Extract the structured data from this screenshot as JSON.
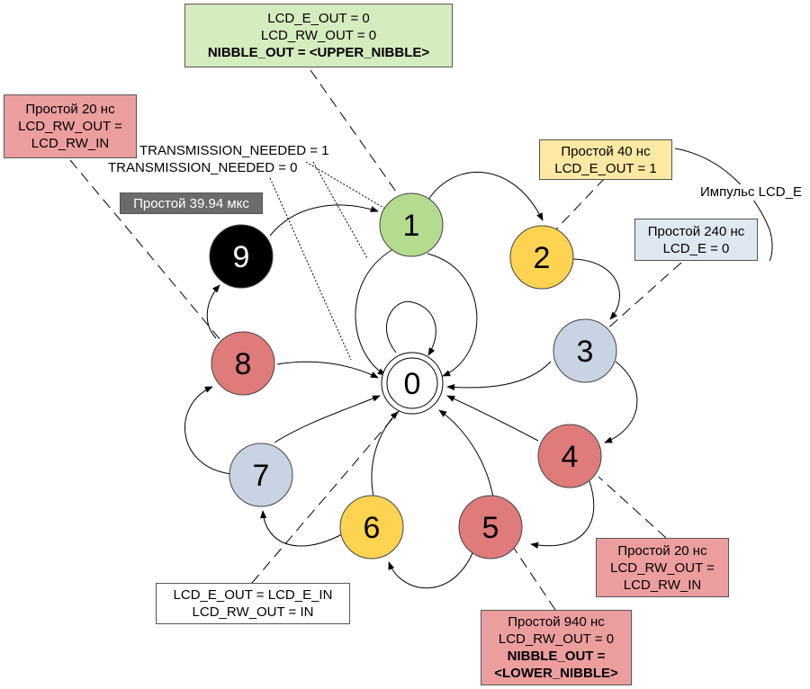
{
  "colors": {
    "green": "#b5dc8e",
    "yellow": "#fdd352",
    "blue": "#c8d4e4",
    "red": "#e07b7b",
    "black": "#000000",
    "white": "#ffffff",
    "box_green": "#d5ecbf",
    "box_yellow": "#fde9a3",
    "box_blue": "#dfe7f1",
    "box_red": "#ec9e9e",
    "box_dark": "#6b6b6b"
  },
  "states": [
    {
      "id": "0",
      "label": "0",
      "color": "white"
    },
    {
      "id": "1",
      "label": "1",
      "color": "green"
    },
    {
      "id": "2",
      "label": "2",
      "color": "yellow"
    },
    {
      "id": "3",
      "label": "3",
      "color": "blue"
    },
    {
      "id": "4",
      "label": "4",
      "color": "red"
    },
    {
      "id": "5",
      "label": "5",
      "color": "red"
    },
    {
      "id": "6",
      "label": "6",
      "color": "yellow"
    },
    {
      "id": "7",
      "label": "7",
      "color": "blue"
    },
    {
      "id": "8",
      "label": "8",
      "color": "red"
    },
    {
      "id": "9",
      "label": "9",
      "color": "black"
    }
  ],
  "boxes": {
    "s1": {
      "line1": "LCD_E_OUT = 0",
      "line2": "LCD_RW_OUT = 0",
      "line3": "NIBBLE_OUT = <UPPER_NIBBLE>"
    },
    "s8": {
      "line1": "Простой 20 нс",
      "line2": "LCD_RW_OUT =",
      "line3": "LCD_RW_IN"
    },
    "s9": {
      "line1": "Простой 39.94 мкс"
    },
    "s2": {
      "line1": "Простой 40 нс",
      "line2": "LCD_E_OUT = 1"
    },
    "s3": {
      "line1": "Простой 240 нс",
      "line2": "LCD_E = 0"
    },
    "s4": {
      "line1": "Простой 20 нс",
      "line2": "LCD_RW_OUT =",
      "line3": "LCD_RW_IN"
    },
    "s5": {
      "line1": "Простой 940 нс",
      "line2": "LCD_RW_OUT = 0",
      "line3": "NIBBLE_OUT =",
      "line4": "<LOWER_NIBBLE>"
    },
    "s0": {
      "line1": "LCD_E_OUT = LCD_E_IN",
      "line2": "LCD_RW_OUT = IN"
    }
  },
  "labels": {
    "tx1": "TRANSMISSION_NEEDED = 1",
    "tx0": "TRANSMISSION_NEEDED = 0",
    "pulse": "Импульс LCD_E"
  }
}
